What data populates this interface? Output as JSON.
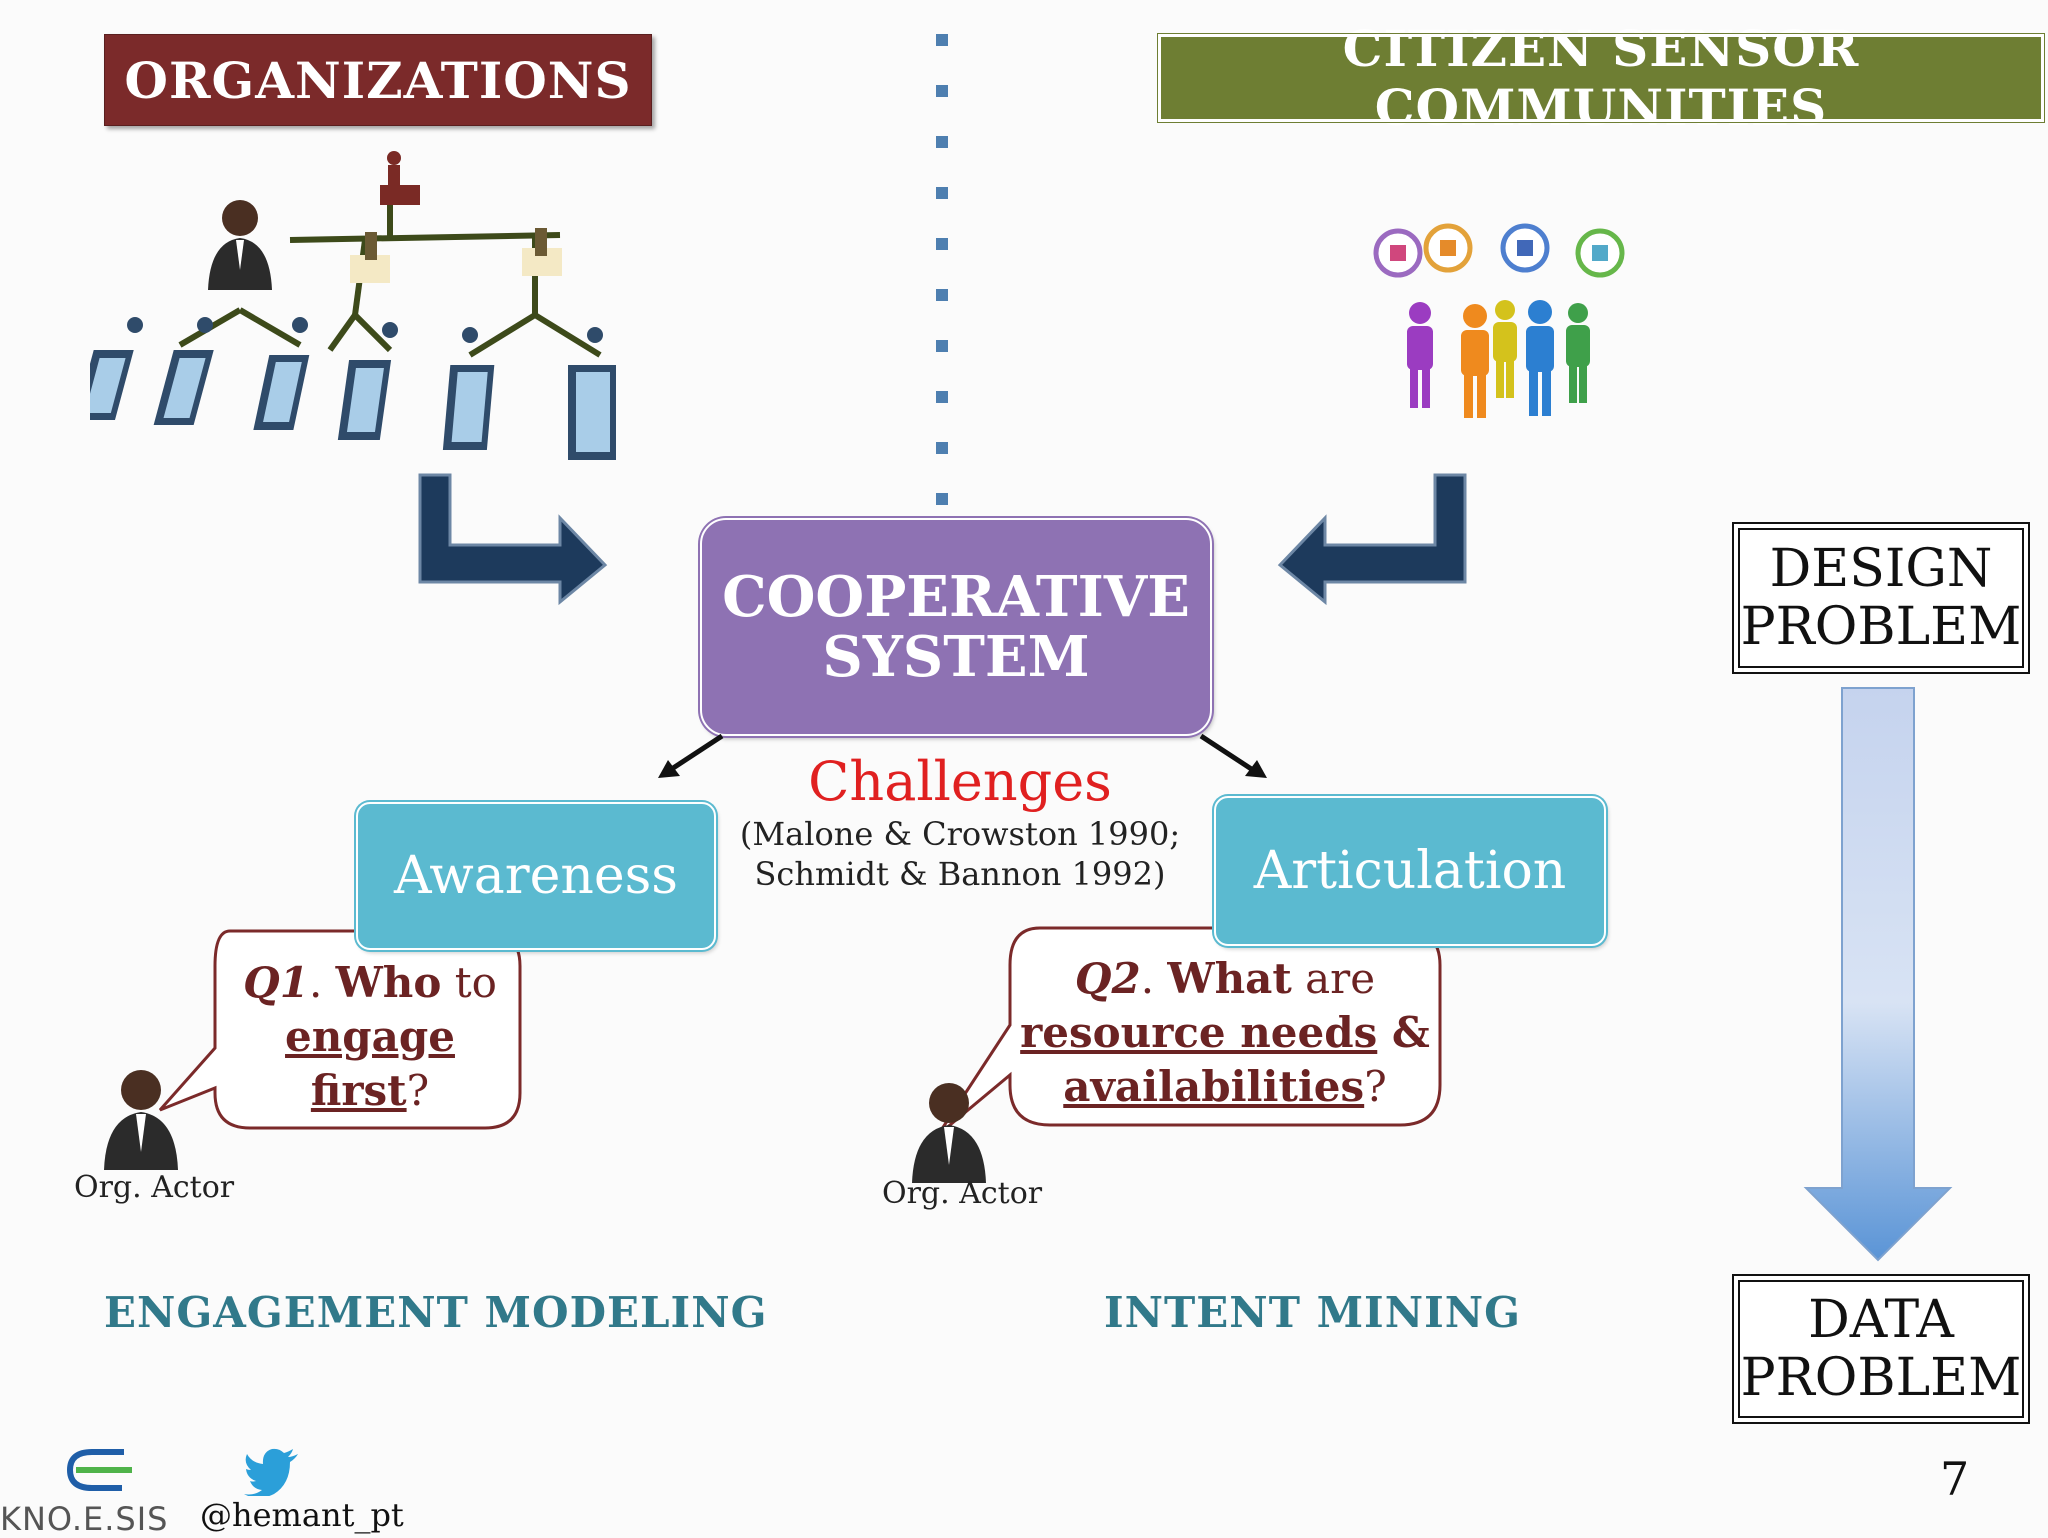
{
  "headers": {
    "organizations": "ORGANIZATIONS",
    "citizen": "CITIZEN SENSOR COMMUNITIES"
  },
  "center": {
    "line1": "COOPERATIVE",
    "line2": "SYSTEM"
  },
  "challenges": {
    "title": "Challenges",
    "cite1": "(Malone & Crowston 1990;",
    "cite2": "Schmidt & Bannon 1992)"
  },
  "awareness": "Awareness",
  "articulation": "Articulation",
  "q1": {
    "num": "Q1",
    "dot": ". ",
    "who": "Who",
    "to": " to",
    "engage": "engage",
    "first": "first",
    "qmark": "?"
  },
  "q2": {
    "num": "Q2",
    "dot": ". ",
    "what": "What",
    "are": " are",
    "resource": "resource needs",
    "amp": " &",
    "avail": "availabilities",
    "qmark": "?"
  },
  "actor_label": "Org. Actor",
  "footers": {
    "left": "ENGAGEMENT MODELING",
    "right": "INTENT MINING"
  },
  "problems": {
    "design1": "DESIGN",
    "design2": "PROBLEM",
    "data1": "DATA",
    "data2": "PROBLEM"
  },
  "page_number": "7",
  "brand": {
    "logo_text": "KNO.E.SIS",
    "handle": "@hemant_pt"
  },
  "colors": {
    "org_header": "#7b2a2a",
    "citizen_header": "#6e7e33",
    "cooperative": "#8e72b3",
    "teal": "#5bbad0",
    "question": "#6b2323",
    "footer_text": "#31798a",
    "arrow_dark": "#1d3a5c"
  }
}
